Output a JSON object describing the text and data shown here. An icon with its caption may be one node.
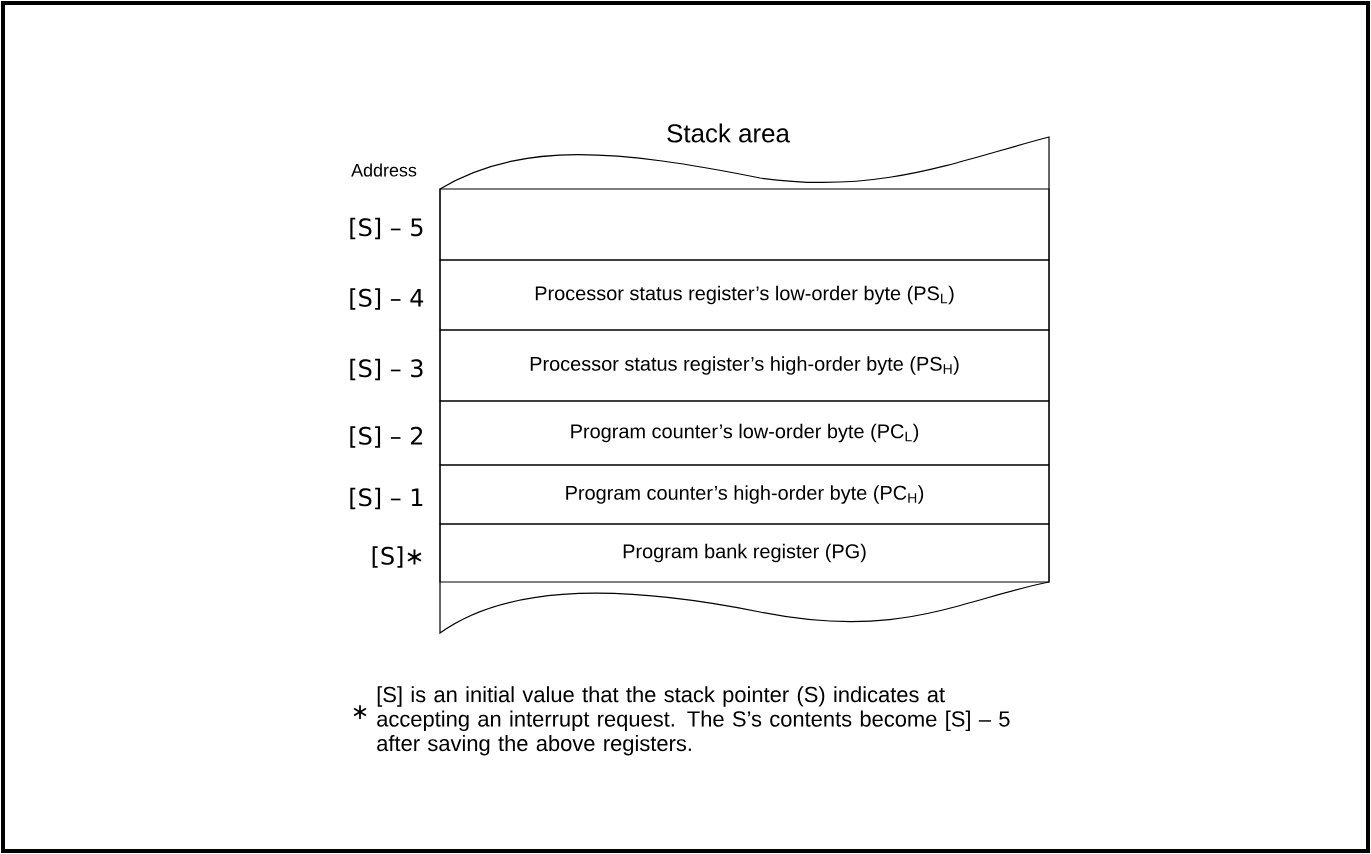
{
  "diagram": {
    "nodes": [
      {
        "text": [
          "Stack area"
        ]
      },
      {
        "text": [],
        "shape": "box",
        "in": 0,
        "beside": [
          "[S] – 5"
        ]
      },
      {
        "text": [
          "Processor status register’s low-order byte (PS$_{L}$)"
        ],
        "in": 0,
        "beside": [
          "[S] – 4"
        ]
      },
      {
        "text": [
          "Processor status register’s high-order byte (PS$_{H}$)"
        ],
        "in": 0,
        "beside": [
          "[S] – 3"
        ]
      },
      {
        "text": [
          "Program counter’s low-order byte (PC$_{L}$)"
        ],
        "in": 0,
        "beside": [
          "[S] – 2"
        ]
      },
      {
        "text": [
          "Program counter’s high-order byte (PC$_{H}$)"
        ],
        "in": 0,
        "beside": [
          "[S] – 1"
        ]
      },
      {
        "text": [
          "Program bank register (PG)"
        ],
        "in": 0,
        "beside": [
          "[S]∗"
        ]
      }
    ],
    "labels": [
      "Address",
      "∗",
      "[S] is an initial value that the stack pointer (S) indicates at accepting an interrupt request. The S’s contents become [S] – 5 after saving the above registers."
    ]
  }
}
